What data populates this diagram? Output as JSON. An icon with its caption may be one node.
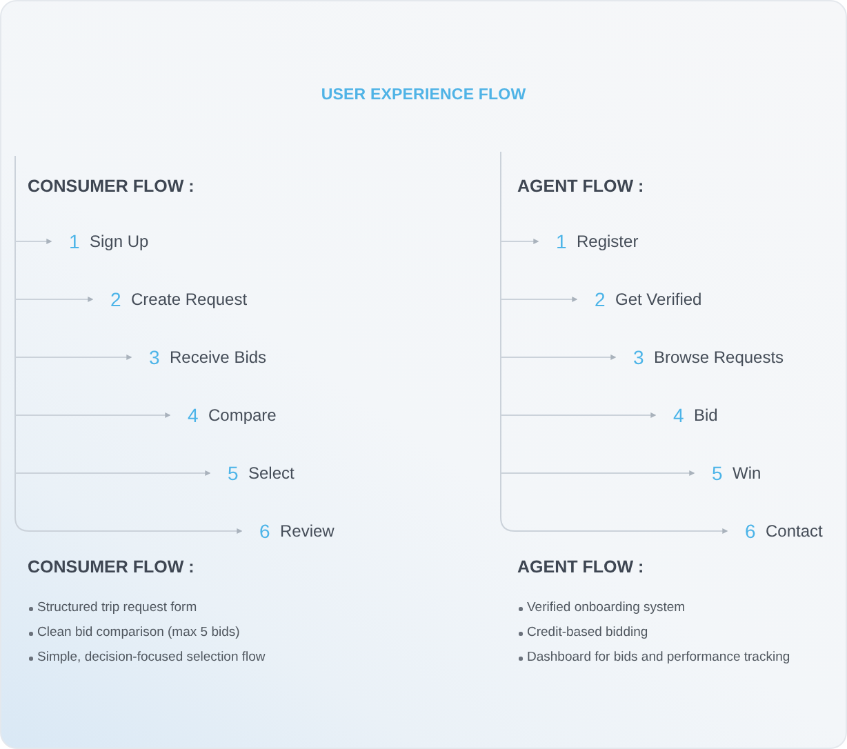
{
  "diagram": {
    "title": "USER EXPERIENCE FLOW",
    "nodes": [
      {
        "text": [
          "1",
          "Sign Up"
        ]
      },
      {
        "text": [
          "2",
          "Create Request"
        ]
      },
      {
        "text": [
          "3",
          "Receive Bids"
        ]
      },
      {
        "text": [
          "4",
          "Compare"
        ]
      },
      {
        "text": [
          "5",
          "Select"
        ]
      },
      {
        "text": [
          "6",
          "Review"
        ]
      },
      {
        "text": [
          "1",
          "Register"
        ]
      },
      {
        "text": [
          "2",
          "Get Verified"
        ]
      },
      {
        "text": [
          "3",
          "Browse Requests"
        ]
      },
      {
        "text": [
          "4",
          "Bid"
        ]
      },
      {
        "text": [
          "5",
          "Win"
        ]
      },
      {
        "text": [
          "6",
          "Contact"
        ]
      }
    ],
    "edges": [
      {
        "from": null,
        "to": 0,
        "arrow": "to"
      },
      {
        "from": null,
        "to": 1,
        "arrow": "to"
      },
      {
        "from": null,
        "to": 2,
        "arrow": "to"
      },
      {
        "from": null,
        "to": 3,
        "arrow": "to"
      },
      {
        "from": null,
        "to": 4,
        "arrow": "to"
      },
      {
        "from": null,
        "to": 5,
        "arrow": "to"
      },
      {
        "from": null,
        "to": 6,
        "arrow": "to"
      },
      {
        "from": null,
        "to": 7,
        "arrow": "to"
      },
      {
        "from": null,
        "to": 8,
        "arrow": "to"
      },
      {
        "from": null,
        "to": 9,
        "arrow": "to"
      },
      {
        "from": null,
        "to": 10,
        "arrow": "to"
      },
      {
        "from": null,
        "to": 11,
        "arrow": "to"
      }
    ],
    "labels": [
      "CONSUMER FLOW :",
      "AGENT FLOW :",
      "CONSUMER FLOW :",
      "Structured trip request form",
      "Clean bid comparison (max 5 bids)",
      "Simple, decision-focused selection flow",
      "AGENT FLOW :",
      "Verified onboarding system",
      "Credit-based bidding",
      "Dashboard for bids and performance tracking"
    ]
  }
}
